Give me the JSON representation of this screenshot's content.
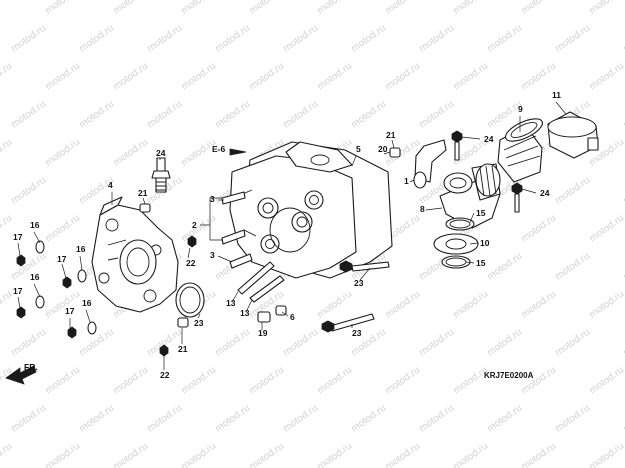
{
  "watermark": "motod.ru",
  "diagram_code": "KRJ7E0200A",
  "section_ref": "E-6",
  "direction_label": "FR.",
  "callouts": [
    "1",
    "2",
    "3",
    "4",
    "5",
    "6",
    "8",
    "9",
    "10",
    "11",
    "13",
    "15",
    "16",
    "17",
    "19",
    "20",
    "21",
    "22",
    "23",
    "24"
  ]
}
